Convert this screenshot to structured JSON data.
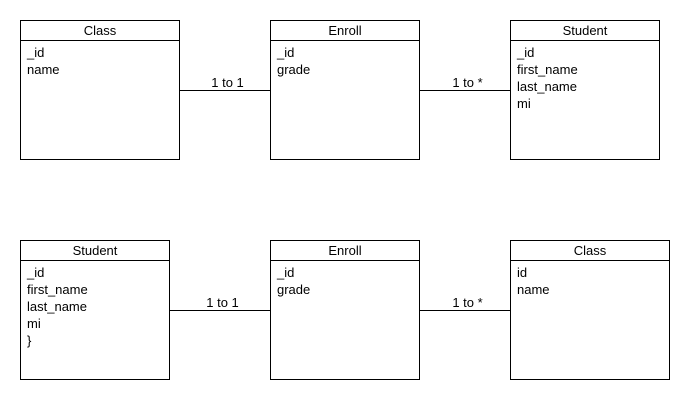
{
  "row1": {
    "entities": [
      {
        "title": "Class",
        "fields": [
          "_id",
          "name"
        ]
      },
      {
        "title": "Enroll",
        "fields": [
          "_id",
          "grade"
        ]
      },
      {
        "title": "Student",
        "fields": [
          "_id",
          "first_name",
          "last_name",
          "mi"
        ]
      }
    ],
    "relations": [
      {
        "label": "1 to 1"
      },
      {
        "label": "1 to *"
      }
    ]
  },
  "row2": {
    "entities": [
      {
        "title": "Student",
        "fields": [
          "_id",
          "first_name",
          "last_name",
          "mi",
          "}"
        ]
      },
      {
        "title": "Enroll",
        "fields": [
          "_id",
          "grade"
        ]
      },
      {
        "title": "Class",
        "fields": [
          "id",
          "name"
        ]
      }
    ],
    "relations": [
      {
        "label": "1 to 1"
      },
      {
        "label": "1 to *"
      }
    ]
  }
}
